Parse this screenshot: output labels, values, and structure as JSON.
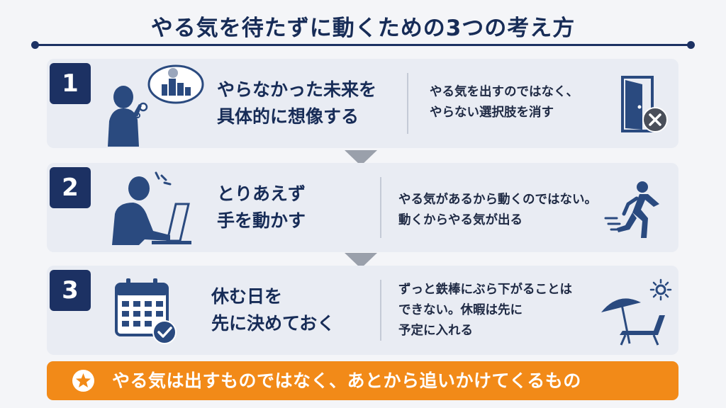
{
  "title": "やる気を待たずに動くための3つの考え方",
  "steps": [
    {
      "number": "1",
      "heading_line1": "やらなかった未来を",
      "heading_line2": "具体的に想像する",
      "desc_line1": "やる気を出すのではなく、",
      "desc_line2": "やらない選択肢を消す",
      "desc_line3": "",
      "icon_left": "thinking-person-icon",
      "icon_right": "door-with-x-icon"
    },
    {
      "number": "2",
      "heading_line1": "とりあえず",
      "heading_line2": "手を動かす",
      "desc_line1": "やる気があるから動くのではない。",
      "desc_line2": "動くからやる気が出る",
      "desc_line3": "",
      "icon_left": "person-at-laptop-icon",
      "icon_right": "running-person-icon"
    },
    {
      "number": "3",
      "heading_line1": "休む日を",
      "heading_line2": "先に決めておく",
      "desc_line1": "ずっと鉄棒にぶら下がることは",
      "desc_line2": "できない。休暇は先に",
      "desc_line3": "予定に入れる",
      "icon_left": "calendar-check-icon",
      "icon_right": "beach-chair-umbrella-icon"
    }
  ],
  "banner": {
    "text": "やる気は出すものではなく、あとから追いかけてくるもの",
    "icon": "star-icon"
  },
  "colors": {
    "navy": "#1c3163",
    "card": "#e9ecf3",
    "icon_blue": "#2a4a7f",
    "arrow_gray": "#9aa0ab",
    "banner_orange": "#f28a18"
  }
}
